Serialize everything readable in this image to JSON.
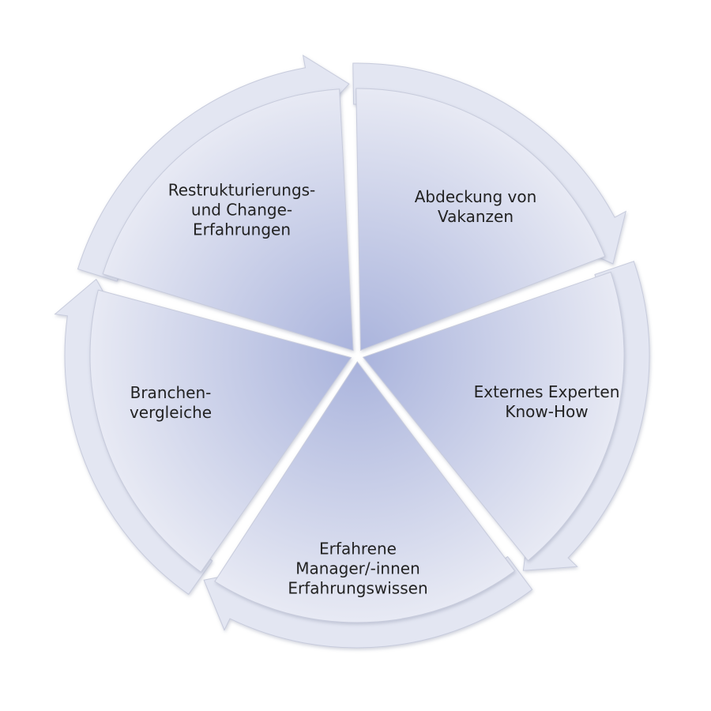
{
  "colors": {
    "ring": "#e3e6f2",
    "wedge_outer": "#e8eaf4",
    "wedge_inner": "#a9b3dc",
    "stroke": "#c7cbdc"
  },
  "segments": [
    {
      "lines": [
        "Abdeckung von",
        "Vakanzen"
      ]
    },
    {
      "lines": [
        "Externes Experten",
        "Know-How"
      ]
    },
    {
      "lines": [
        "Erfahrene",
        "Manager/-innen",
        "Erfahrungswissen"
      ]
    },
    {
      "lines": [
        "Branchen-",
        "vergleiche"
      ]
    },
    {
      "lines": [
        "Restrukturierungs-",
        "und Change-",
        "Erfahrungen"
      ]
    }
  ]
}
